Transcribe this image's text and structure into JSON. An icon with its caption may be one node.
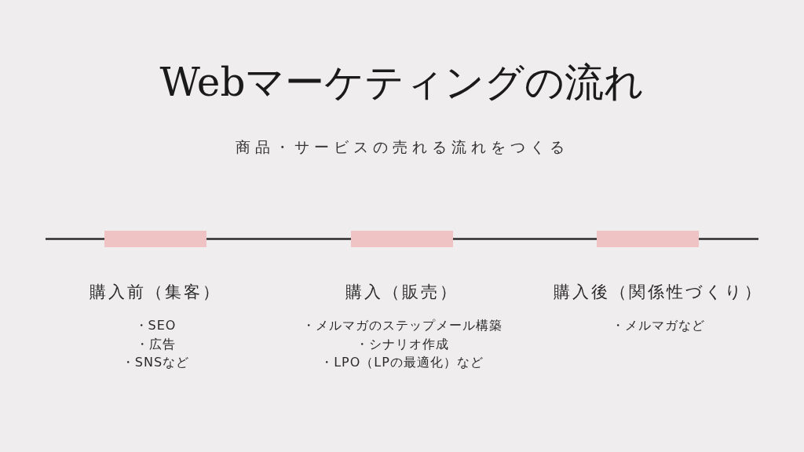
{
  "diagram": {
    "title": "Webマーケティングの流れ",
    "nodes": [
      {
        "text": [
          "購入前（集客）",
          "・SEO",
          "・広告",
          "・SNSなど"
        ]
      },
      {
        "text": [
          "購入（販売）",
          "・メルマガのステップメール構築",
          "・シナリオ作成",
          "・LPO（LPの最適化）など"
        ]
      },
      {
        "text": [
          "購入後（関係性づくり）",
          "・メルマガなど"
        ]
      }
    ],
    "edges": [
      {
        "from": null,
        "to": 0,
        "arrow": "none"
      },
      {
        "from": 0,
        "to": 1,
        "arrow": "none"
      },
      {
        "from": 1,
        "to": 2,
        "arrow": "none"
      },
      {
        "from": 2,
        "to": null,
        "arrow": "none"
      }
    ],
    "labels": [
      "商品・サービスの売れる流れをつくる"
    ]
  }
}
